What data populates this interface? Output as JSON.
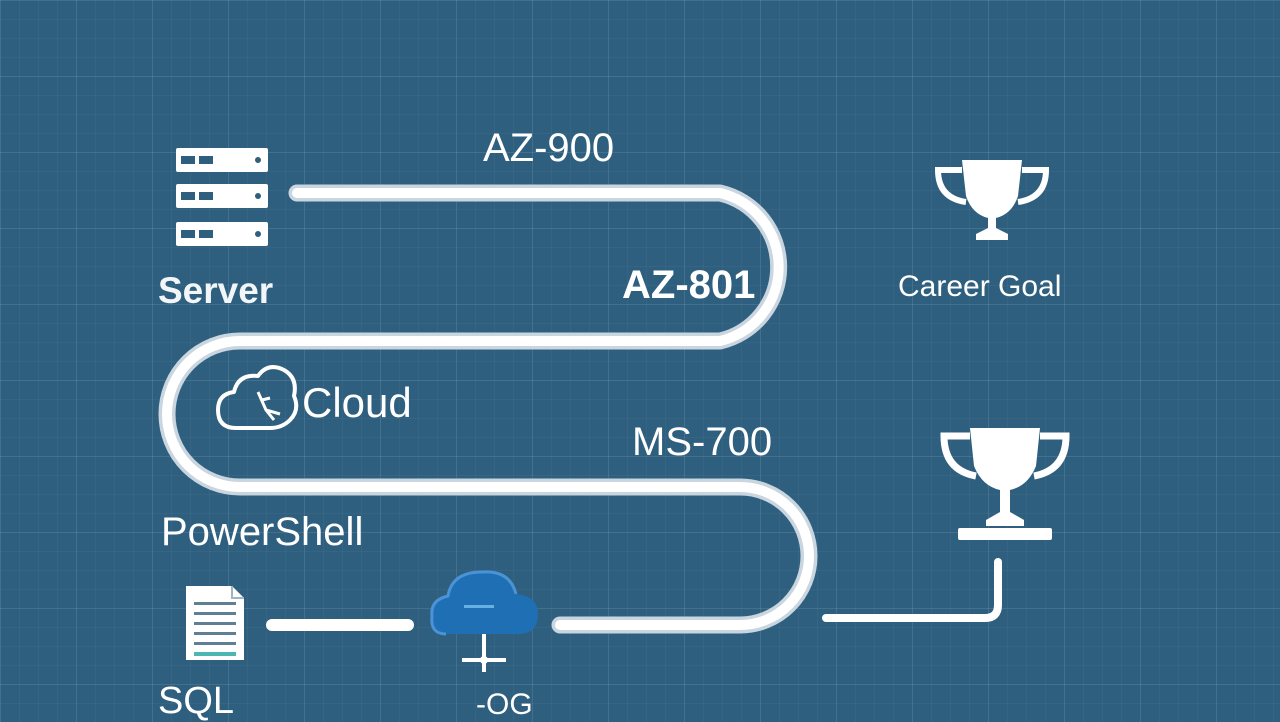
{
  "title": "",
  "nodes": {
    "server": {
      "label": "Server",
      "icon": "server-rack-icon"
    },
    "cloud": {
      "label": "Cloud",
      "icon": "cloud-icon"
    },
    "powershell": {
      "label": "PowerShell"
    },
    "sql": {
      "label": "SQL",
      "icon": "database-document-icon"
    },
    "azure_cloud": {
      "icon": "blue-cloud-network-icon",
      "caption": "-OG"
    }
  },
  "milestones": [
    {
      "label": "AZ-900"
    },
    {
      "label": "AZ-801"
    },
    {
      "label": "MS-700"
    }
  ],
  "goal": {
    "label": "Career Goal",
    "icons": [
      "trophy-icon",
      "trophy-icon"
    ]
  },
  "colors": {
    "background": "#2f5f7f",
    "path": "#ffffff",
    "cloud_accent": "#1f6fb5",
    "grid": "rgba(255,255,255,0.07)"
  }
}
